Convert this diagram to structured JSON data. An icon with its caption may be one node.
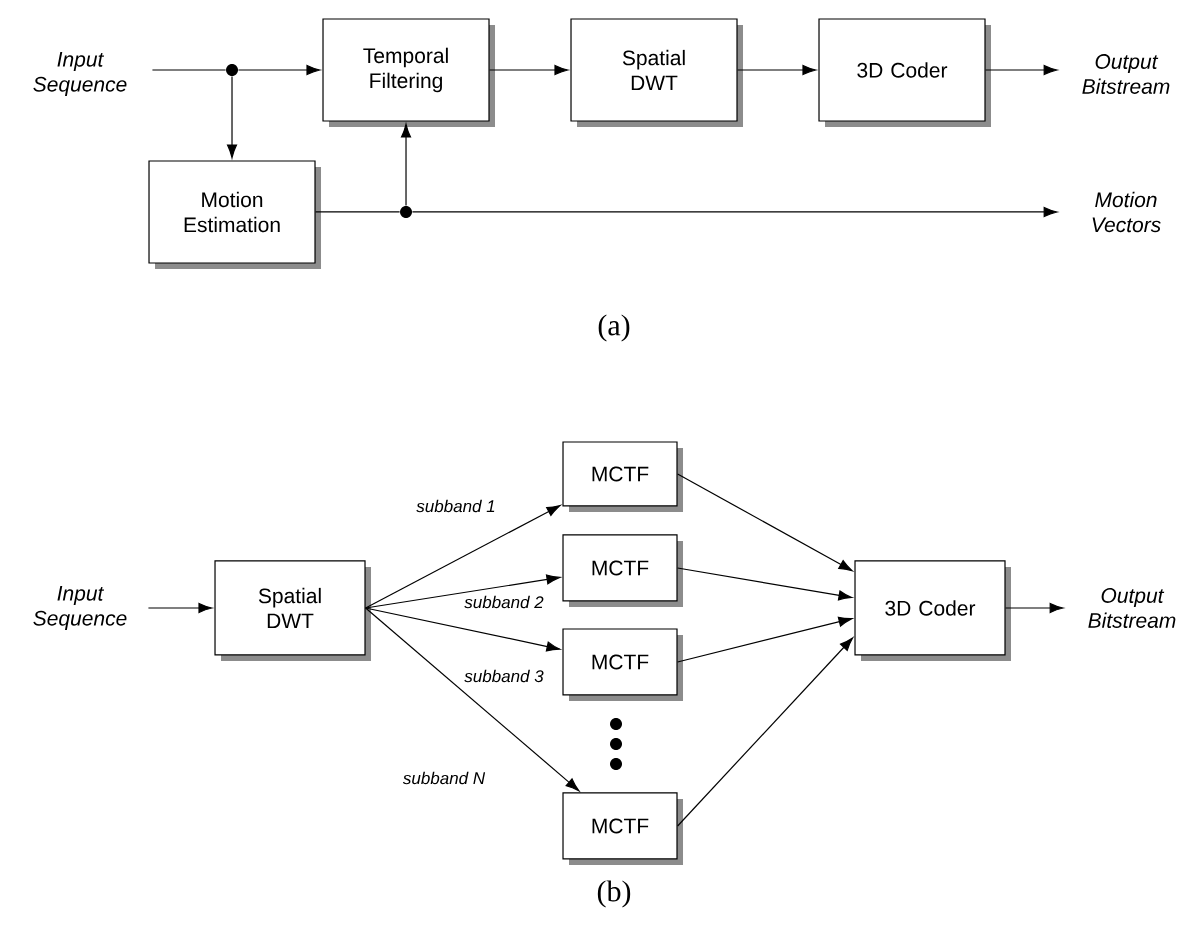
{
  "diagram": {
    "nodes": [
      {
        "text": [
          "Input Sequence"
        ]
      },
      {
        "text": [
          "Temporal Filtering"
        ]
      },
      {
        "text": [
          "Spatial DWT"
        ]
      },
      {
        "text": [
          "3D Coder"
        ]
      },
      {
        "text": [
          "Output Bitstream"
        ]
      },
      {
        "text": [
          "Motion Estimation"
        ]
      },
      {
        "text": [
          "Motion Vectors"
        ]
      },
      {
        "text": [],
        "shape": "circle"
      },
      {
        "text": [],
        "shape": "circle"
      },
      {
        "text": [
          "Input Sequence"
        ]
      },
      {
        "text": [
          "Spatial DWT"
        ]
      },
      {
        "text": [
          "MCTF"
        ]
      },
      {
        "text": [
          "MCTF"
        ]
      },
      {
        "text": [
          "MCTF"
        ]
      },
      {
        "text": [
          "MCTF"
        ]
      },
      {
        "text": [
          "3D Coder"
        ]
      },
      {
        "text": [
          "Output Bitstream"
        ]
      }
    ],
    "edges": [
      {
        "from": 0,
        "to": 7,
        "arrow": "none"
      },
      {
        "from": 7,
        "to": 1,
        "arrow": "to"
      },
      {
        "from": 7,
        "to": 5,
        "arrow": "to"
      },
      {
        "from": 1,
        "to": 2,
        "arrow": "to"
      },
      {
        "from": 2,
        "to": 3,
        "arrow": "to"
      },
      {
        "from": 3,
        "to": 4,
        "arrow": "to"
      },
      {
        "from": 5,
        "to": 8,
        "arrow": "none"
      },
      {
        "from": 8,
        "to": 6,
        "arrow": "to"
      },
      {
        "from": 8,
        "to": 1,
        "arrow": "to"
      },
      {
        "from": 9,
        "to": 10,
        "arrow": "to"
      },
      {
        "from": 10,
        "to": 11,
        "arrow": "to",
        "label": "subband 1"
      },
      {
        "from": 10,
        "to": 12,
        "arrow": "to",
        "label": "subband 2"
      },
      {
        "from": 10,
        "to": 13,
        "arrow": "to",
        "label": "subband 3"
      },
      {
        "from": 10,
        "to": 14,
        "arrow": "to",
        "label": "subband N"
      },
      {
        "from": 11,
        "to": 15,
        "arrow": "to"
      },
      {
        "from": 12,
        "to": 15,
        "arrow": "to"
      },
      {
        "from": 13,
        "to": 15,
        "arrow": "to"
      },
      {
        "from": 14,
        "to": 15,
        "arrow": "to"
      },
      {
        "from": 15,
        "to": 16,
        "arrow": "to"
      }
    ],
    "labels": [
      "(a)",
      "(b)"
    ]
  }
}
